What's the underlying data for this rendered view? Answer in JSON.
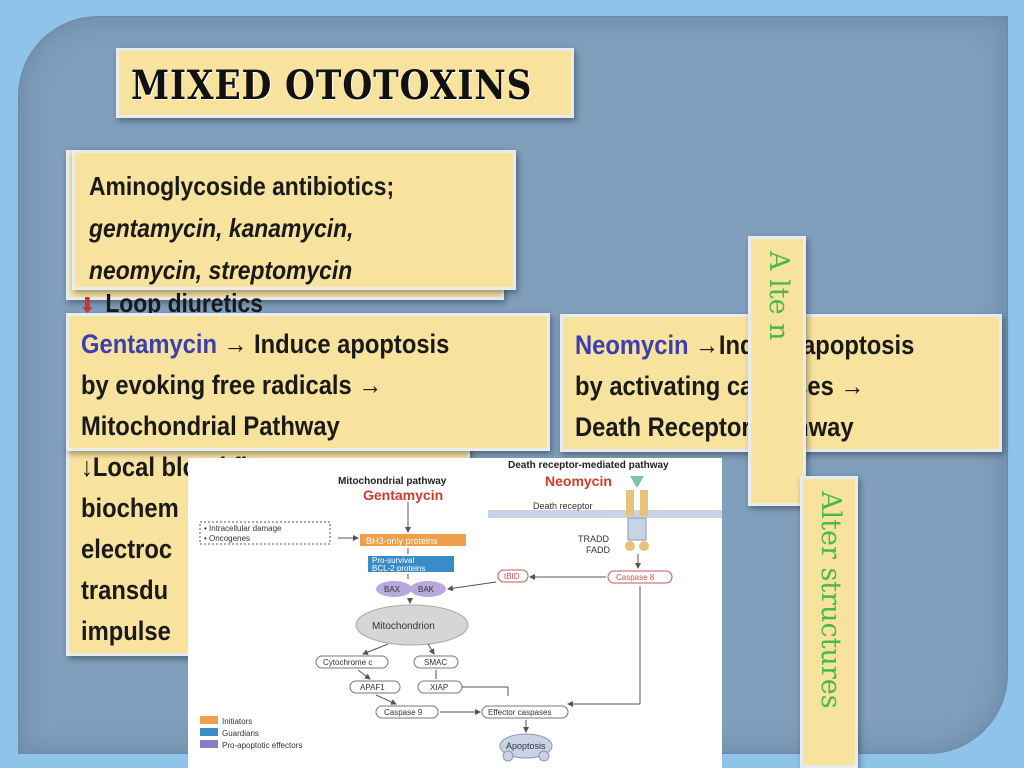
{
  "slide": {
    "title": "MIXED OTOTOXINS",
    "aminoglycoside": {
      "heading": "Aminoglycoside antibiotics;",
      "line2": "gentamycin, kanamycin,",
      "line3": "neomycin, streptomycin"
    },
    "loop": {
      "label": "Loop diuretics"
    },
    "gentamycin": {
      "drug": "Gentamycin",
      "line1_rest": " → Induce apoptosis",
      "line2": "by evoking free radicals →",
      "line3": "Mitochondrial Pathway"
    },
    "neomycin": {
      "drug": "Neomycin",
      "line1_rest": " →Induce apoptosis",
      "line2": "by  activating caspases →",
      "line3": "Death Receptor Pathway"
    },
    "local_blood": {
      "line1": "↓Local blood flow →",
      "line2": "biochem",
      "line3": "electroc",
      "line4": "transdu",
      "line5": "impulse"
    },
    "vertical_1": "A lte            n",
    "vertical_2": "Alter structures"
  },
  "figure": {
    "mito_title": "Mitochondrial pathway",
    "mito_drug": "Gentamycin",
    "dr_title": "Death receptor-mediated pathway",
    "dr_drug": "Neomycin",
    "death_receptor": "Death receptor",
    "intracellular_1": "• Intracellular damage",
    "intracellular_2": "• Oncogenes",
    "bh3": "BH3-only proteins",
    "prosurvival_1": "Pro-survival",
    "prosurvival_2": "BCL-2 proteins",
    "tradd": "TRADD",
    "fadd": "FADD",
    "tbid": "tBID",
    "caspase8": "Caspase 8",
    "bax": "BAX",
    "bak": "BAK",
    "mitochondrion": "Mitochondrion",
    "cytochrome": "Cytochrome c",
    "smac": "SMAC",
    "apaf1": "APAF1",
    "xiap": "XIAP",
    "caspase9": "Caspase 9",
    "effector": "Effector caspases",
    "apoptosis": "Apoptosis",
    "legend": [
      "Initiators",
      "Guardians",
      "Pro-apoptotic effectors"
    ],
    "colors": {
      "initiators": "#f0a04b",
      "guardians": "#3a8cc9",
      "effectors": "#8c7ac4",
      "drug_red": "#d43a2a"
    }
  }
}
